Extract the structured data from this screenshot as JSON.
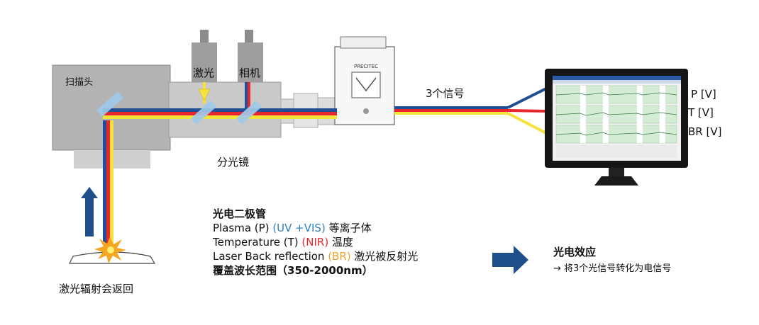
{
  "labels": {
    "scan_head": "扫描头",
    "laser": "激光",
    "camera": "相机",
    "beam_splitter": "分光镜",
    "signals": "3个信号",
    "laser_return": "激光辐射会返回",
    "sensor_brand": "PRECITEC"
  },
  "outputs": {
    "p": "P [V]",
    "t": "T [V]",
    "br": "BR [V]"
  },
  "photodiode": {
    "title": "光电二极管",
    "line1": {
      "pre": "Plasma (P) ",
      "hl": "(UV +VIS)",
      "post": " 等离子体"
    },
    "line2": {
      "pre": "Temperature (T) ",
      "hl": "(NIR)",
      "post": " 温度"
    },
    "line3": {
      "pre": "Laser Back reflection ",
      "hl": "(BR)",
      "post": " 激光被反射光"
    },
    "range": "覆盖波长范围（350-2000nm）"
  },
  "effect": {
    "title": "光电效应",
    "desc": "→ 将3个光信号转化为电信号"
  },
  "colors": {
    "beam_blue": "#1f4f99",
    "beam_red": "#e8262d",
    "beam_yellow": "#f5e23a",
    "uv_vis": "#2d7fc1",
    "nir": "#e8262d",
    "br": "#f0a52a",
    "arrow": "#1f4f8a"
  }
}
